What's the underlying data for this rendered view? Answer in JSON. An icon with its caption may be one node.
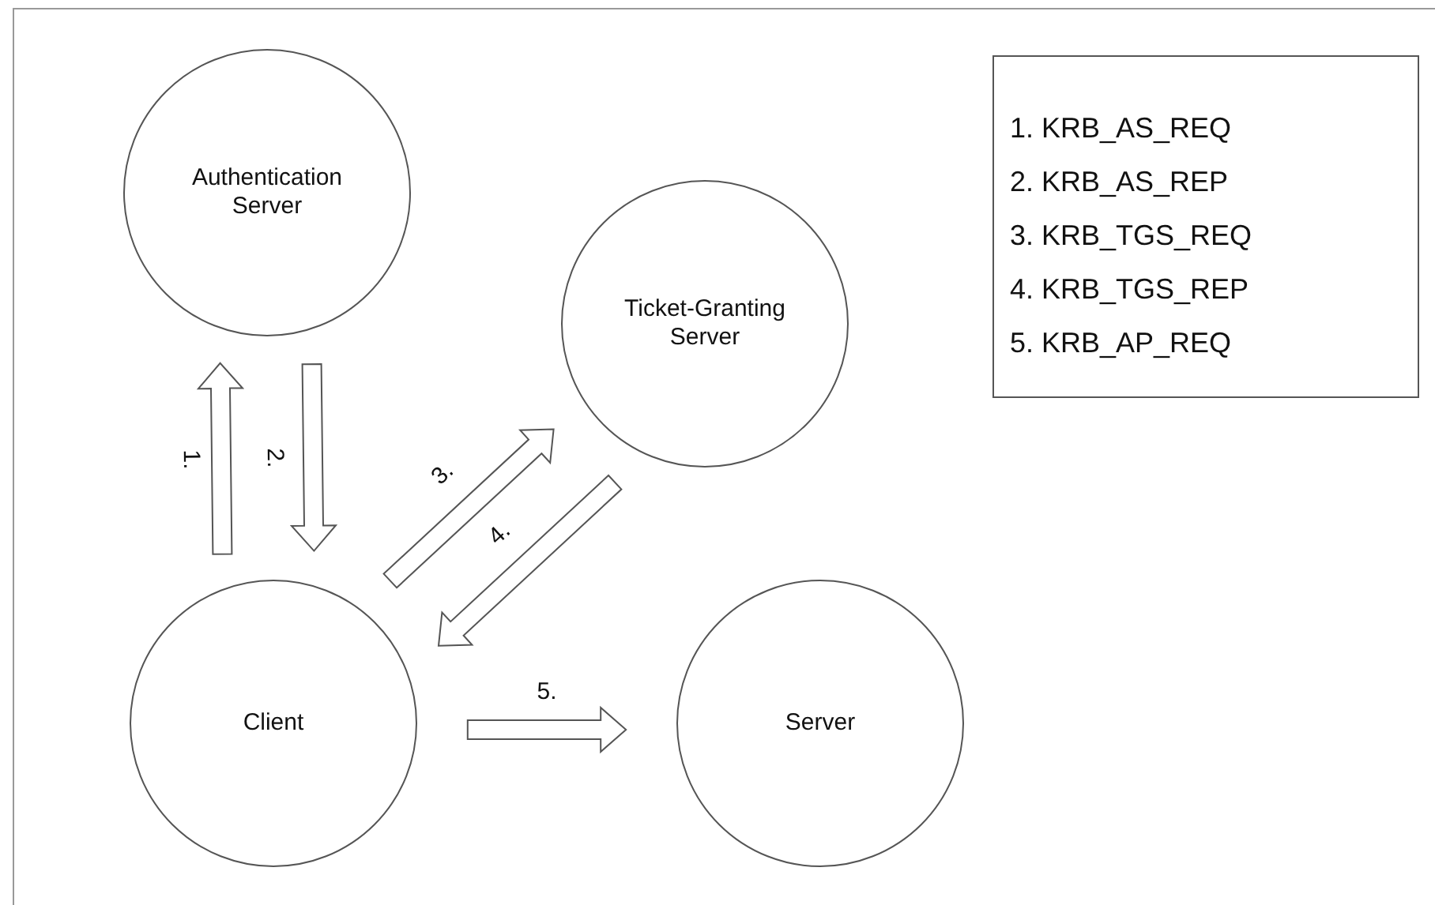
{
  "diagram": {
    "nodes": [
      {
        "text": [
          "Authentication Server"
        ]
      },
      {
        "text": [
          "Ticket-Granting Server"
        ]
      },
      {
        "text": [
          "Client"
        ]
      },
      {
        "text": [
          "Server"
        ]
      },
      {
        "text": [
          "1. KRB_AS_REQ",
          "2. KRB_AS_REP",
          "3. KRB_TGS_REQ",
          "4. KRB_TGS_REP",
          "5. KRB_AP_REQ"
        ]
      }
    ],
    "edges": [
      {
        "from": 2,
        "to": 0,
        "arrow": "to",
        "label": "1."
      },
      {
        "from": 0,
        "to": 2,
        "arrow": "to",
        "label": "2."
      },
      {
        "from": 2,
        "to": 1,
        "arrow": "to",
        "label": "3."
      },
      {
        "from": 1,
        "to": 2,
        "arrow": "to",
        "label": "4."
      },
      {
        "from": 2,
        "to": 3,
        "arrow": "to",
        "label": "5."
      }
    ]
  }
}
